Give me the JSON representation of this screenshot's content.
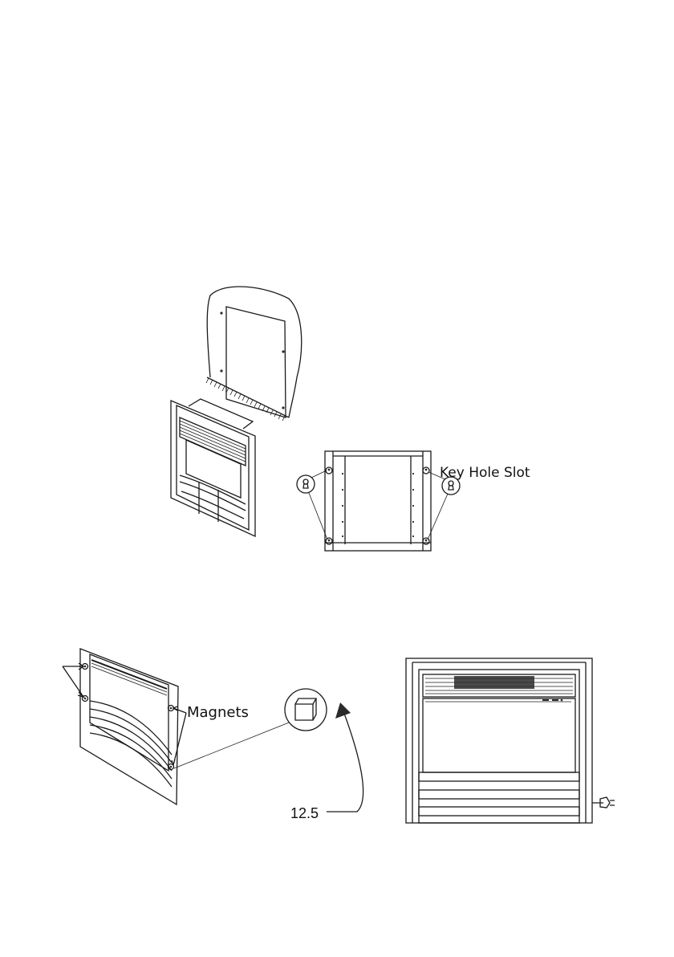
{
  "labels": {
    "key_hole_slot": "Key Hole Slot",
    "magnets": "Magnets",
    "dimension": "12.5"
  }
}
